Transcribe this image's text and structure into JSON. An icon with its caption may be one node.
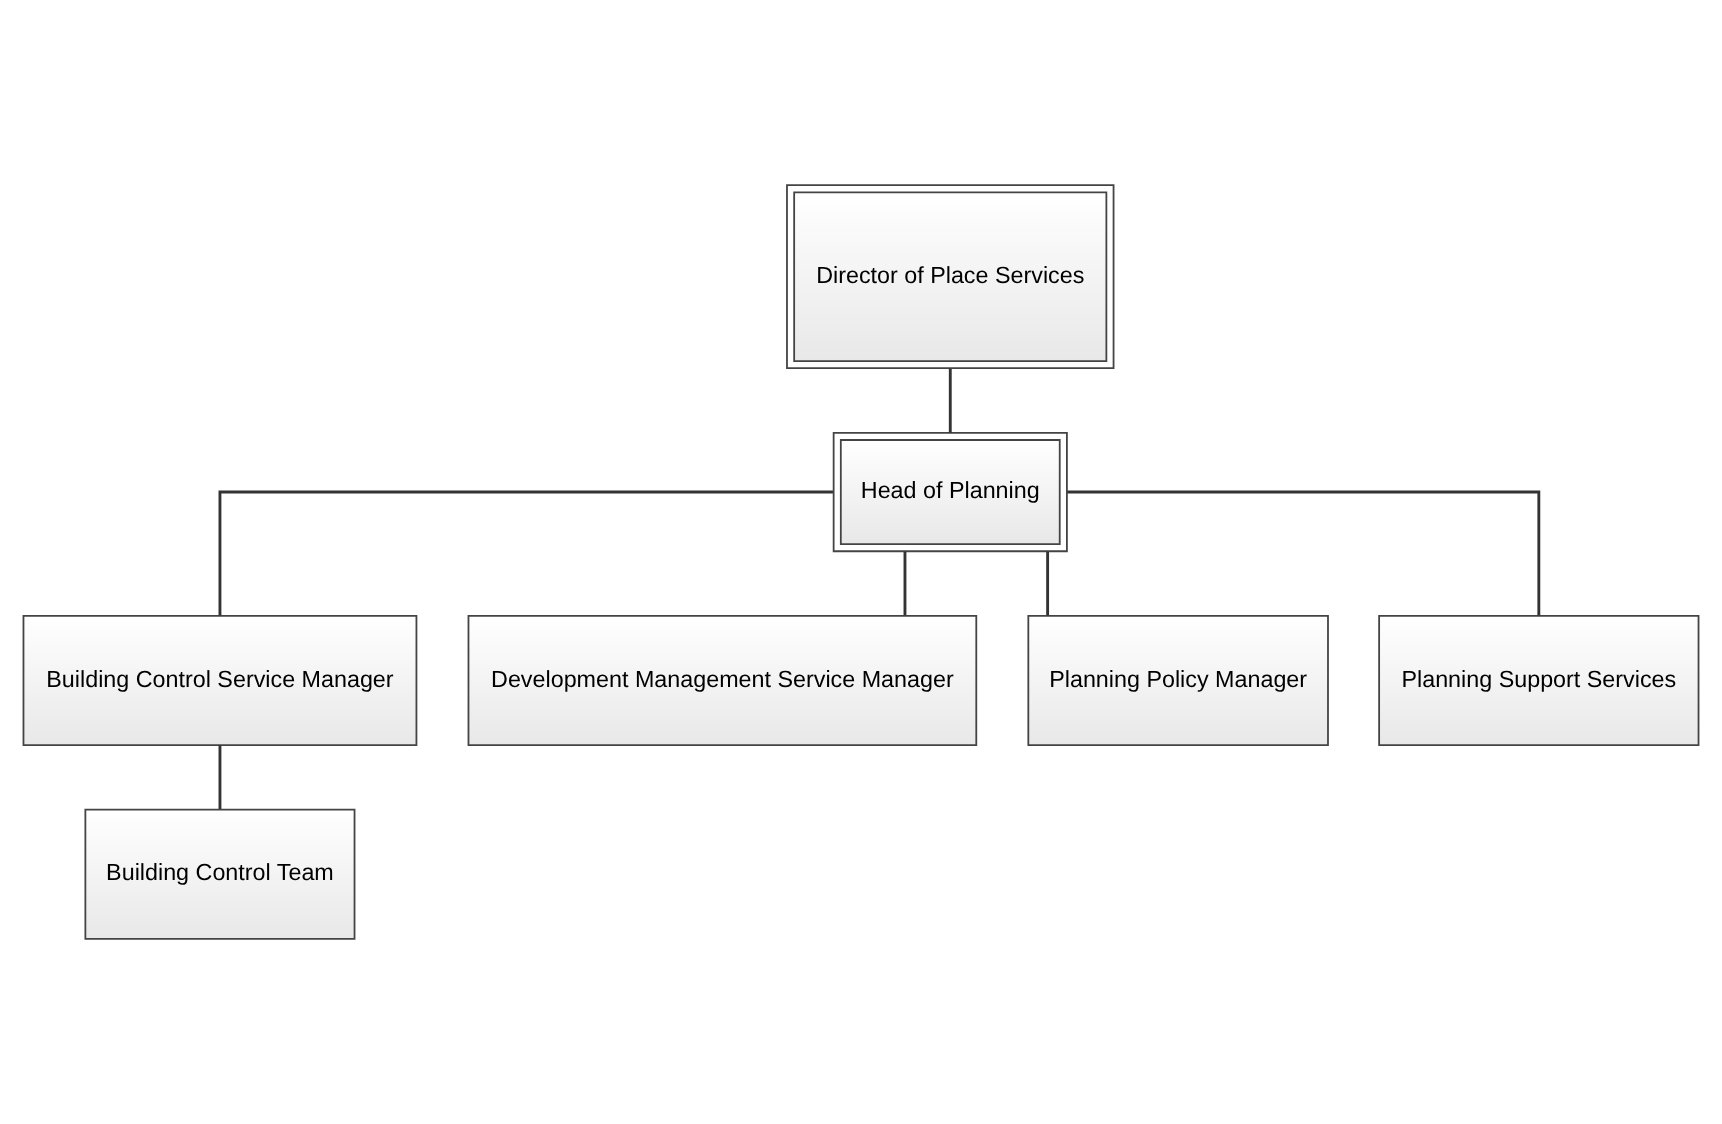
{
  "diagram": {
    "nodes": [
      {
        "text": [
          "Director of Place Services"
        ]
      },
      {
        "text": [
          "Head of Planning"
        ]
      },
      {
        "text": [
          "Building Control Service Manager"
        ]
      },
      {
        "text": [
          "Development Management Service Manager"
        ]
      },
      {
        "text": [
          "Planning Policy Manager"
        ]
      },
      {
        "text": [
          "Planning Support Services"
        ]
      },
      {
        "text": [
          "Building Control Team"
        ]
      }
    ],
    "edges": [
      {
        "from": 0,
        "to": 1,
        "arrow": "none"
      },
      {
        "from": 1,
        "to": 2,
        "arrow": "none"
      },
      {
        "from": 1,
        "to": 3,
        "arrow": "none"
      },
      {
        "from": 1,
        "to": 4,
        "arrow": "none"
      },
      {
        "from": 1,
        "to": 5,
        "arrow": "none"
      },
      {
        "from": 2,
        "to": 6,
        "arrow": "none"
      }
    ]
  }
}
